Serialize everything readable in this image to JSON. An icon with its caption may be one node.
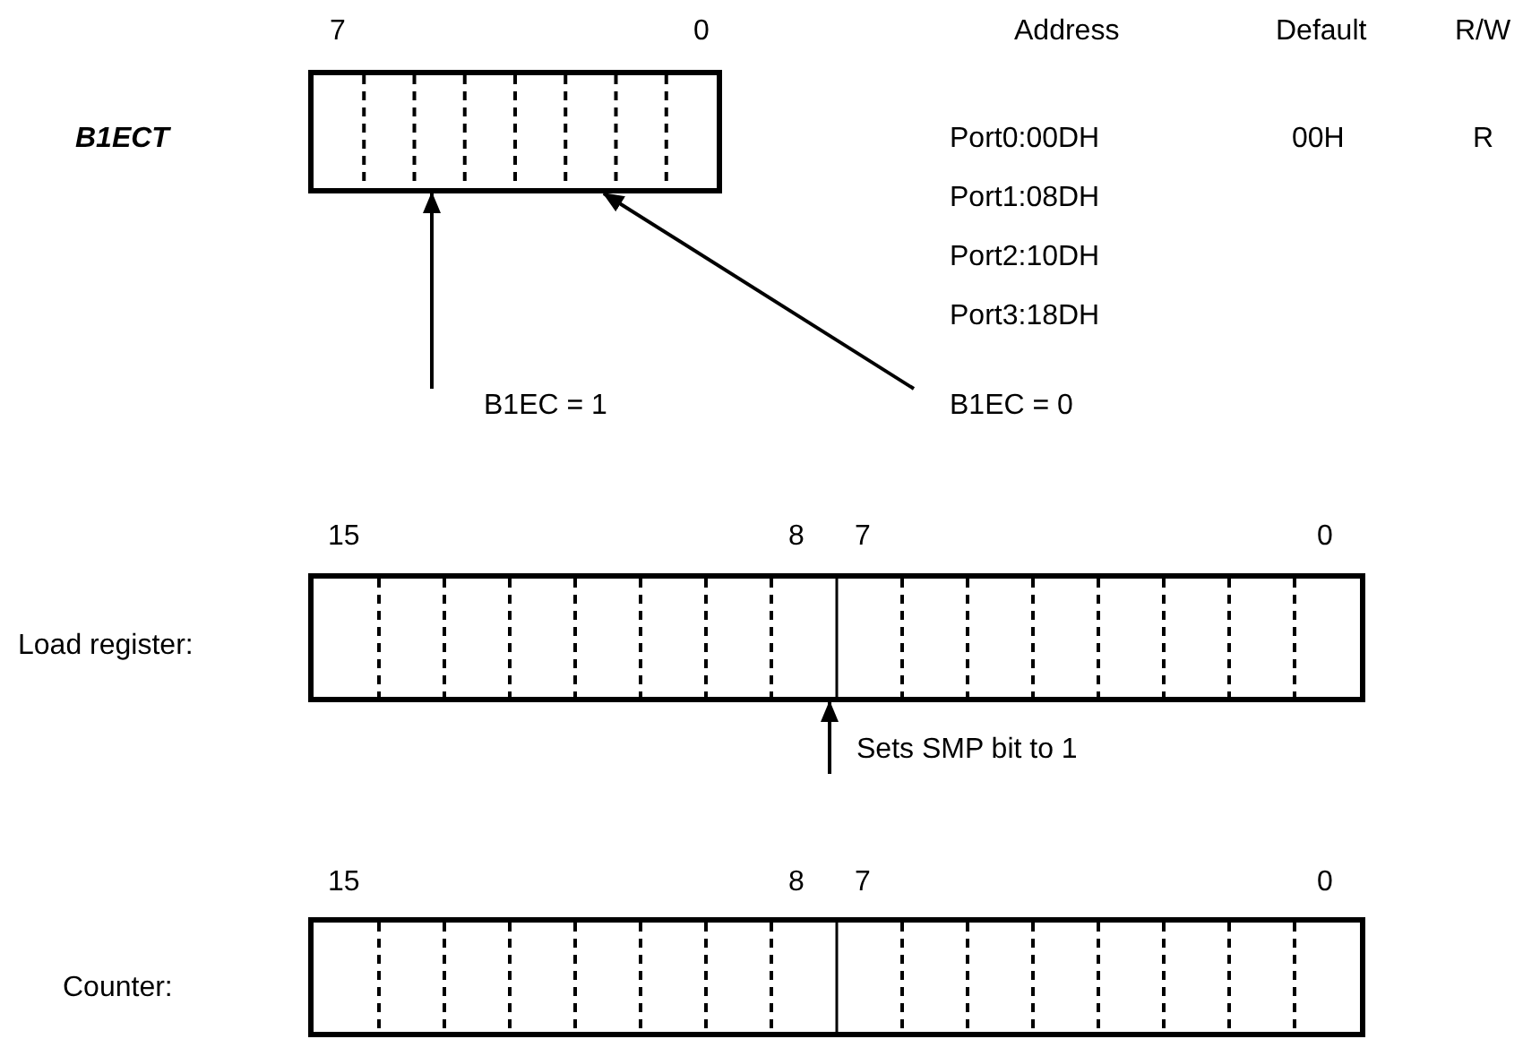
{
  "diagram": {
    "nodes": [
      {
        "text": [],
        "shape": "box"
      },
      {
        "text": [
          "B1EC = 1"
        ]
      },
      {
        "text": [
          "B1EC = 0"
        ]
      },
      {
        "text": [],
        "shape": "box"
      },
      {
        "text": [],
        "shape": "box"
      }
    ],
    "edges": [
      {
        "from": 1,
        "to": 0,
        "arrow": "to"
      },
      {
        "from": 2,
        "to": 0,
        "arrow": "to"
      },
      {
        "from": null,
        "to": 3,
        "arrow": "to",
        "label": "Sets SMP bit to 1"
      }
    ],
    "labels": [
      "7",
      "0",
      "Address",
      "Default",
      "R/W",
      "B1ECT",
      "Port0:00DH",
      "00H",
      "R",
      "Port1:08DH",
      "Port2:10DH",
      "Port3:18DH",
      "15",
      "8",
      "7",
      "0",
      "Load register:",
      "15",
      "8",
      "7",
      "0",
      "Counter:"
    ]
  }
}
